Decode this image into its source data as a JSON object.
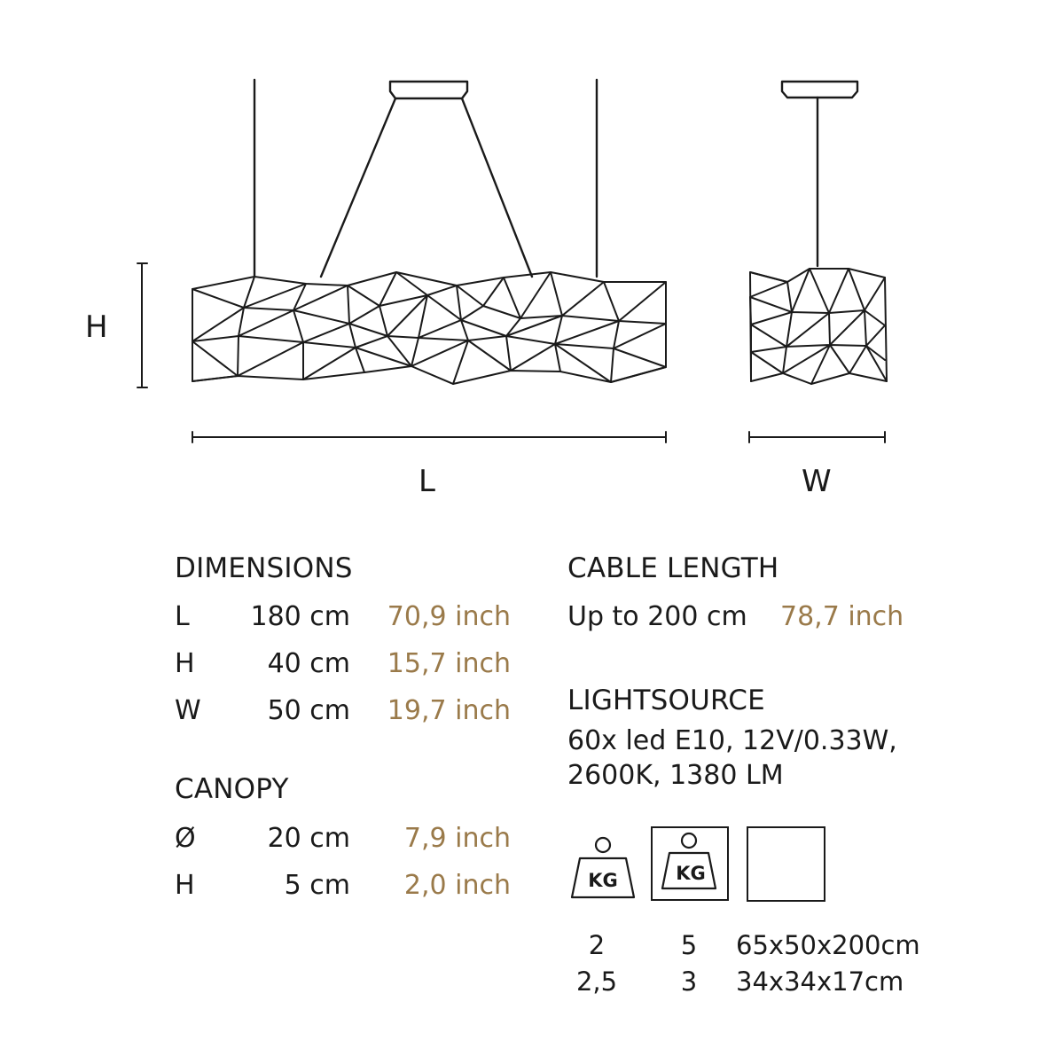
{
  "drawing_labels": {
    "height": "H",
    "length": "L",
    "width": "W"
  },
  "dimensions": {
    "title": "DIMENSIONS",
    "rows": [
      {
        "label": "L",
        "cm": "180 cm",
        "inch": "70,9 inch"
      },
      {
        "label": "H",
        "cm": "40 cm",
        "inch": "15,7 inch"
      },
      {
        "label": "W",
        "cm": "50 cm",
        "inch": "19,7 inch"
      }
    ]
  },
  "canopy": {
    "title": "CANOPY",
    "rows": [
      {
        "label": "Ø",
        "cm": "20 cm",
        "inch": "7,9 inch"
      },
      {
        "label": "H",
        "cm": "5 cm",
        "inch": "2,0 inch"
      }
    ]
  },
  "cable_length": {
    "title": "CABLE LENGTH",
    "cm": "Up to 200 cm",
    "inch": "78,7 inch"
  },
  "lightsource": {
    "title": "LIGHTSOURCE",
    "line1": "60x led E10, 12V/0.33W,",
    "line2": "2600K, 1380 LM"
  },
  "packaging": {
    "net_weight_icon": "kg-weight-icon",
    "gross_weight_icon": "kg-weight-boxed-icon",
    "box_icon": "box-size-icon",
    "weight_label": "KG",
    "rows": [
      {
        "net": "2",
        "gross": "5",
        "size": "65x50x200cm"
      },
      {
        "net": "2,5",
        "gross": "3",
        "size": "34x34x17cm"
      }
    ]
  },
  "colors": {
    "ink": "#1a1a1a",
    "accent_gold": "#9a7a4a"
  }
}
